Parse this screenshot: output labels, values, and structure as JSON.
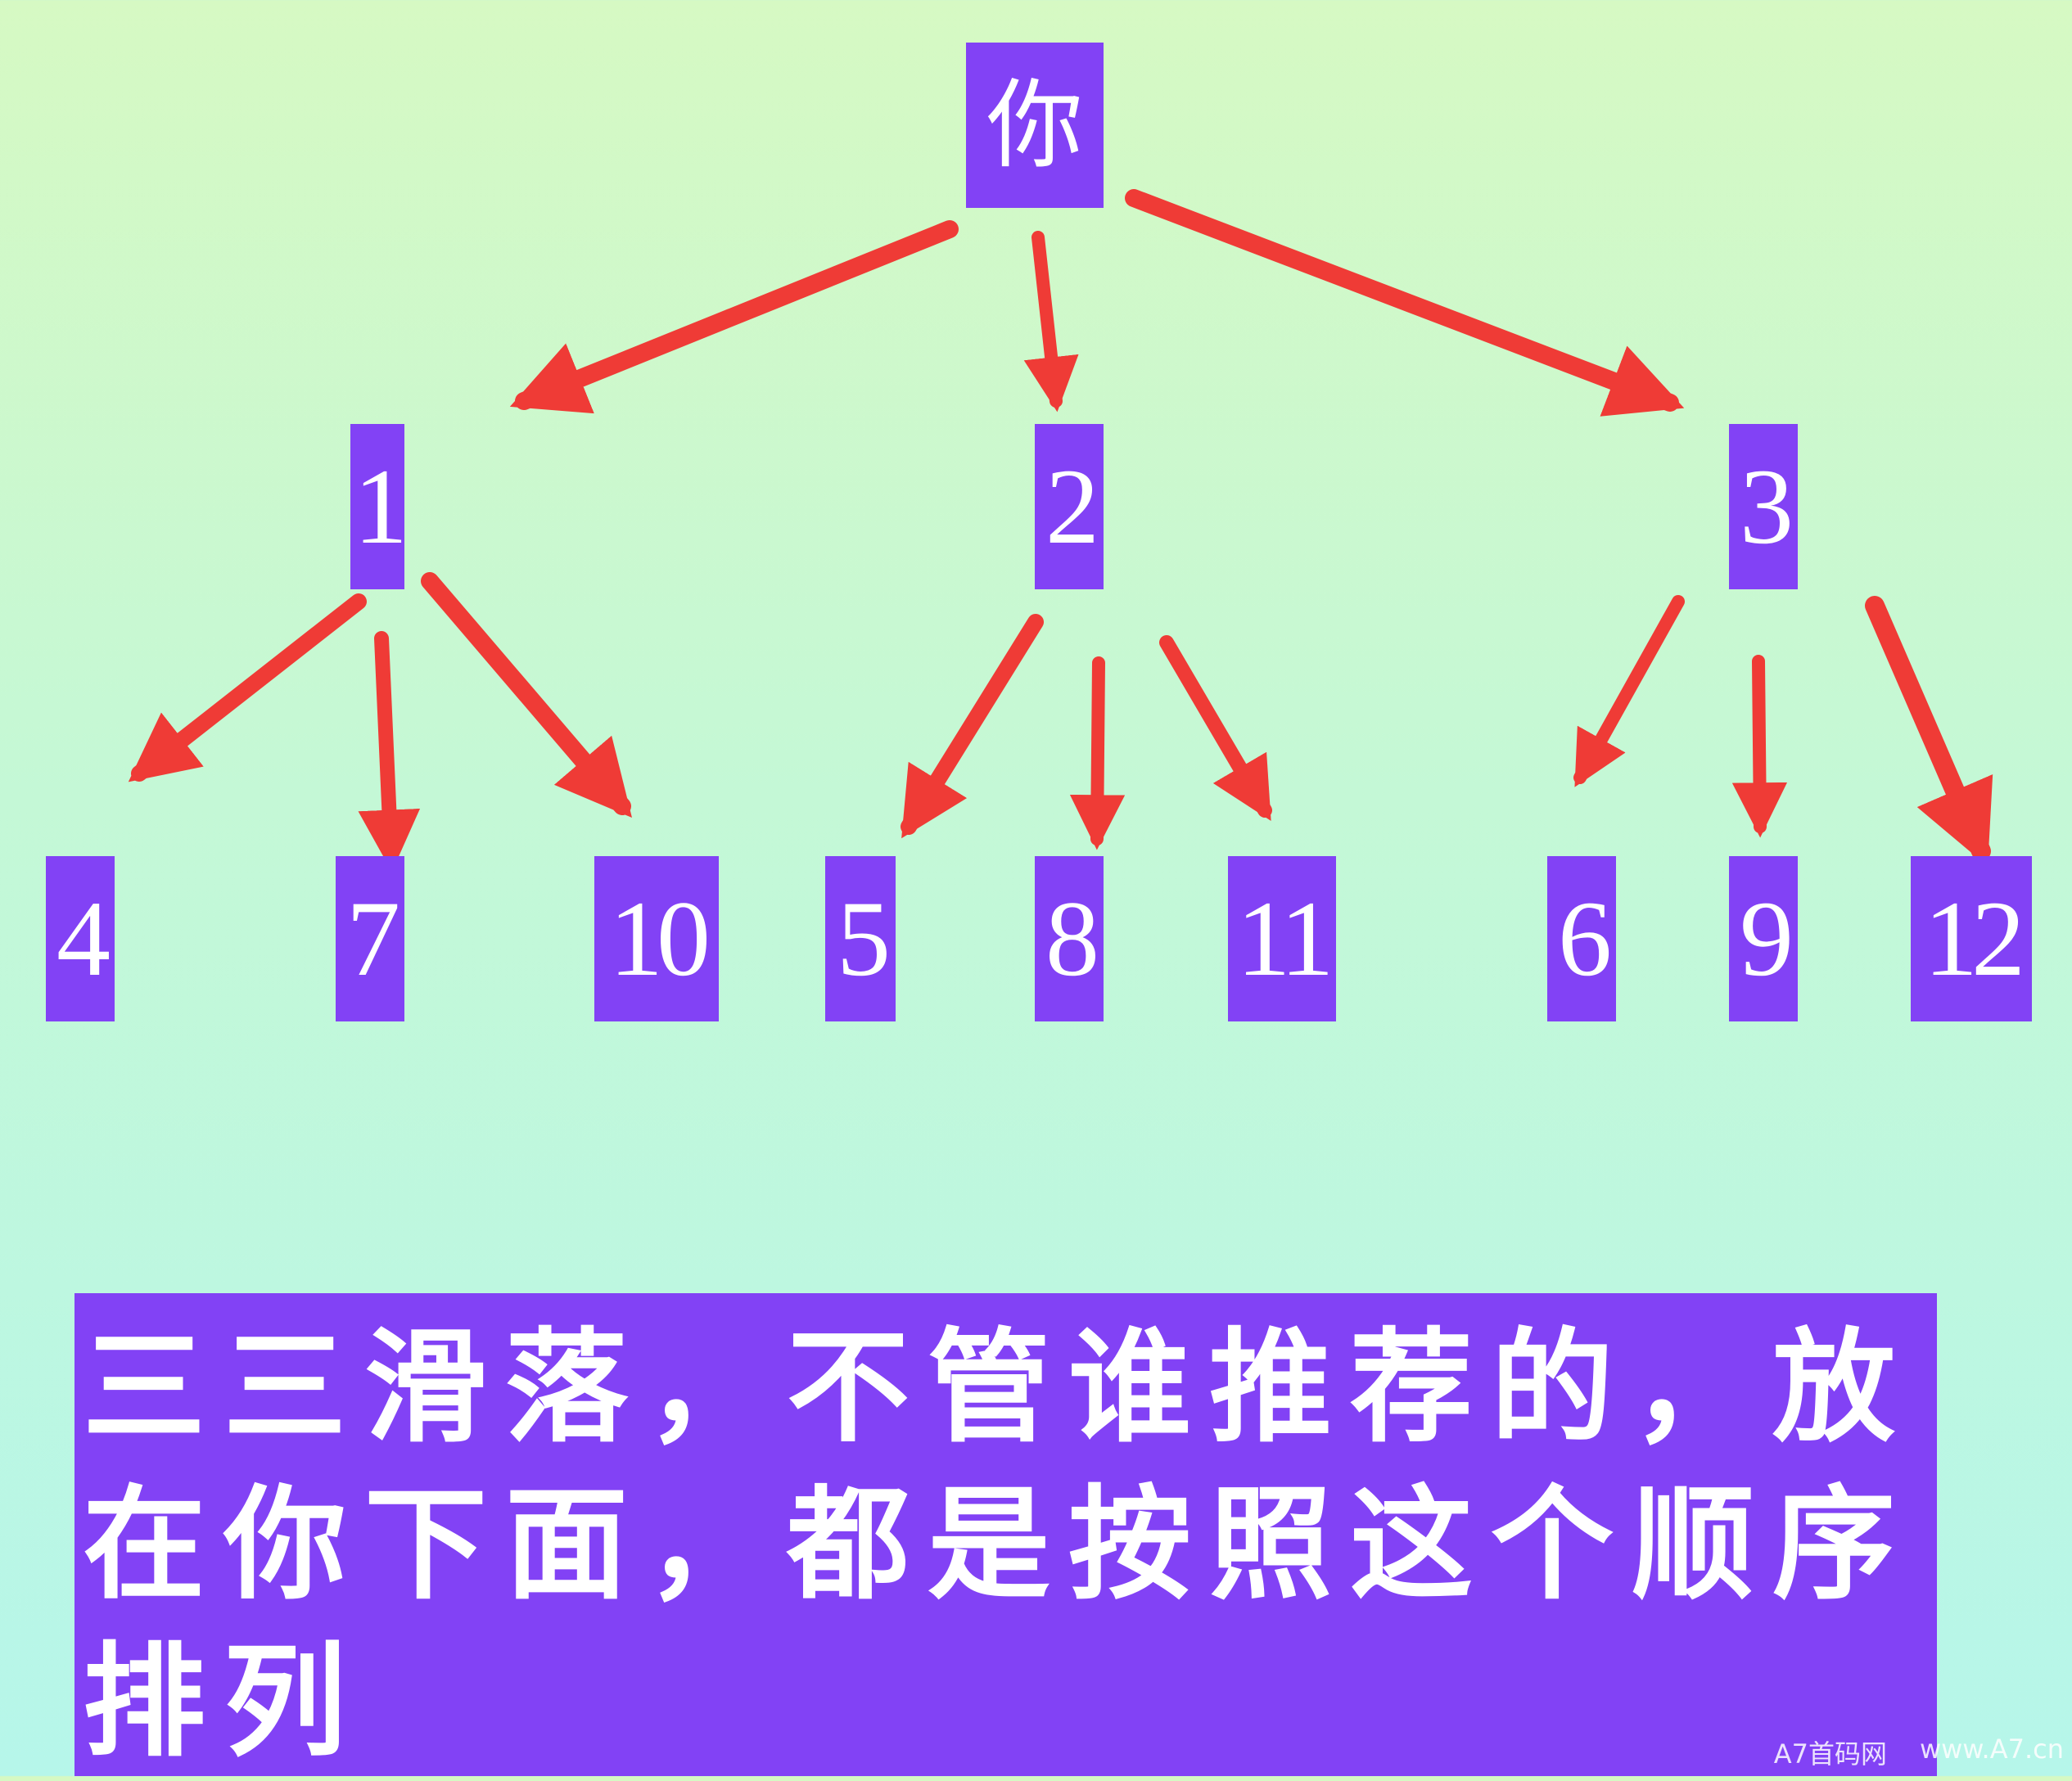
{
  "diagram": {
    "root": "你",
    "level1": [
      "1",
      "2",
      "3"
    ],
    "level2": [
      "4",
      "7",
      "10",
      "5",
      "8",
      "11",
      "6",
      "9",
      "12"
    ],
    "edges": [
      [
        "你",
        "1"
      ],
      [
        "你",
        "2"
      ],
      [
        "你",
        "3"
      ],
      [
        "1",
        "4"
      ],
      [
        "1",
        "7"
      ],
      [
        "1",
        "10"
      ],
      [
        "2",
        "5"
      ],
      [
        "2",
        "8"
      ],
      [
        "2",
        "11"
      ],
      [
        "3",
        "6"
      ],
      [
        "3",
        "9"
      ],
      [
        "3",
        "12"
      ]
    ],
    "colors": {
      "node_fill": "#8242f5",
      "node_text": "#ffffff",
      "arrow": "#ef3b36",
      "background_top": "#d6f9c3",
      "background_bottom": "#b6f6ea"
    }
  },
  "caption": {
    "lines": [
      "三三滑落，不管谁推荐的，放",
      "在你下面，都是按照这个顺序",
      "排列"
    ]
  },
  "watermark": {
    "left": "A7首码网",
    "right": "www.A7.cn"
  }
}
